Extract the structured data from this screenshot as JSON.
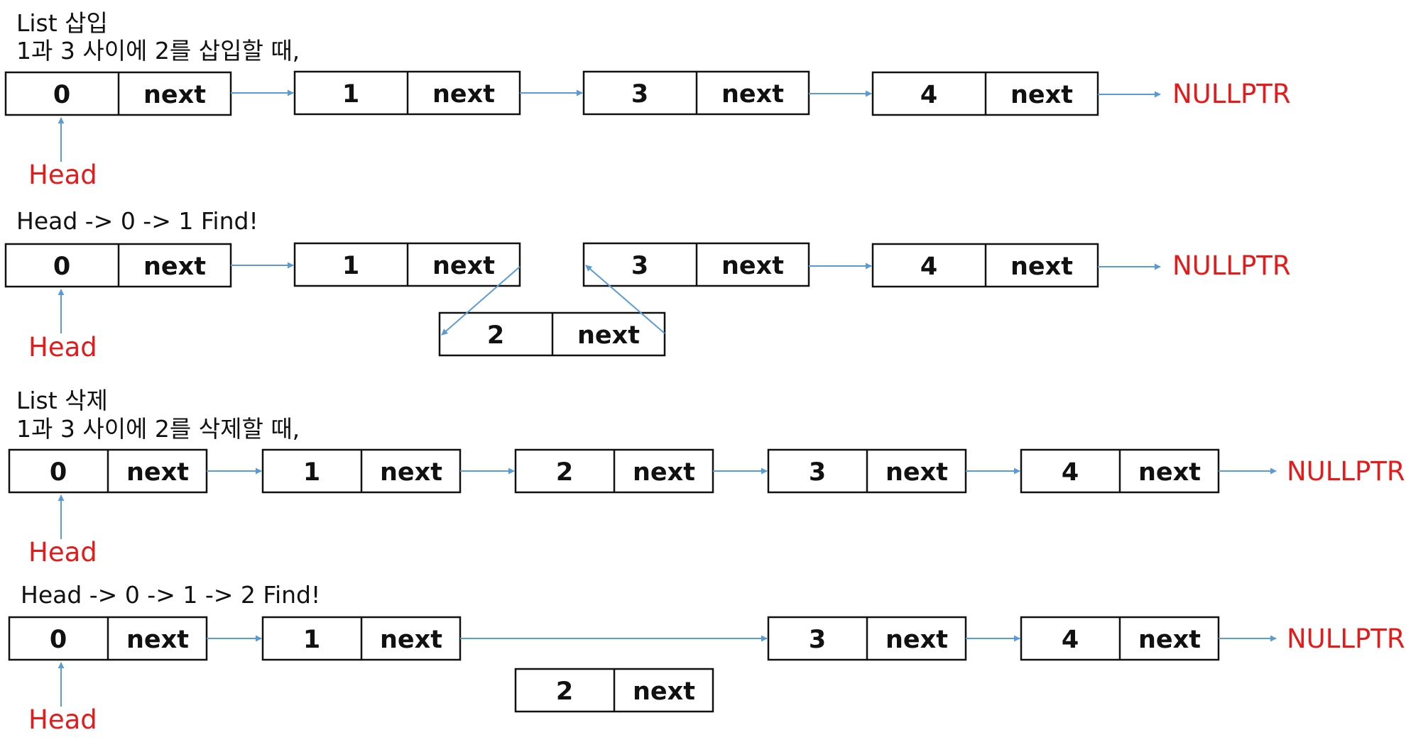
{
  "colors": {
    "arrow": "#5b9bd5",
    "highlight": "#e31b1b",
    "box_border": "#111111"
  },
  "insert": {
    "title": "List 삽입",
    "subtitle": "1과 3 사이에 2를 삽입할 때,",
    "row1": {
      "nodes": [
        "0",
        "1",
        "3",
        "4"
      ],
      "next_label": "next",
      "null_label": "NULLPTR",
      "head_label": "Head"
    },
    "step_caption": "Head -> 0 -> 1 Find!",
    "row2": {
      "nodes": [
        "0",
        "1",
        "3",
        "4"
      ],
      "new_node": "2",
      "next_label": "next",
      "null_label": "NULLPTR",
      "head_label": "Head"
    }
  },
  "delete": {
    "title": "List 삭제",
    "subtitle": "1과 3 사이에 2를 삭제할 때,",
    "row1": {
      "nodes": [
        "0",
        "1",
        "2",
        "3",
        "4"
      ],
      "next_label": "next",
      "null_label": "NULLPTR",
      "head_label": "Head"
    },
    "step_caption": "Head -> 0 -> 1 -> 2 Find!",
    "row2": {
      "nodes": [
        "0",
        "1",
        "3",
        "4"
      ],
      "removed_node": "2",
      "next_label": "next",
      "null_label": "NULLPTR",
      "head_label": "Head"
    }
  }
}
